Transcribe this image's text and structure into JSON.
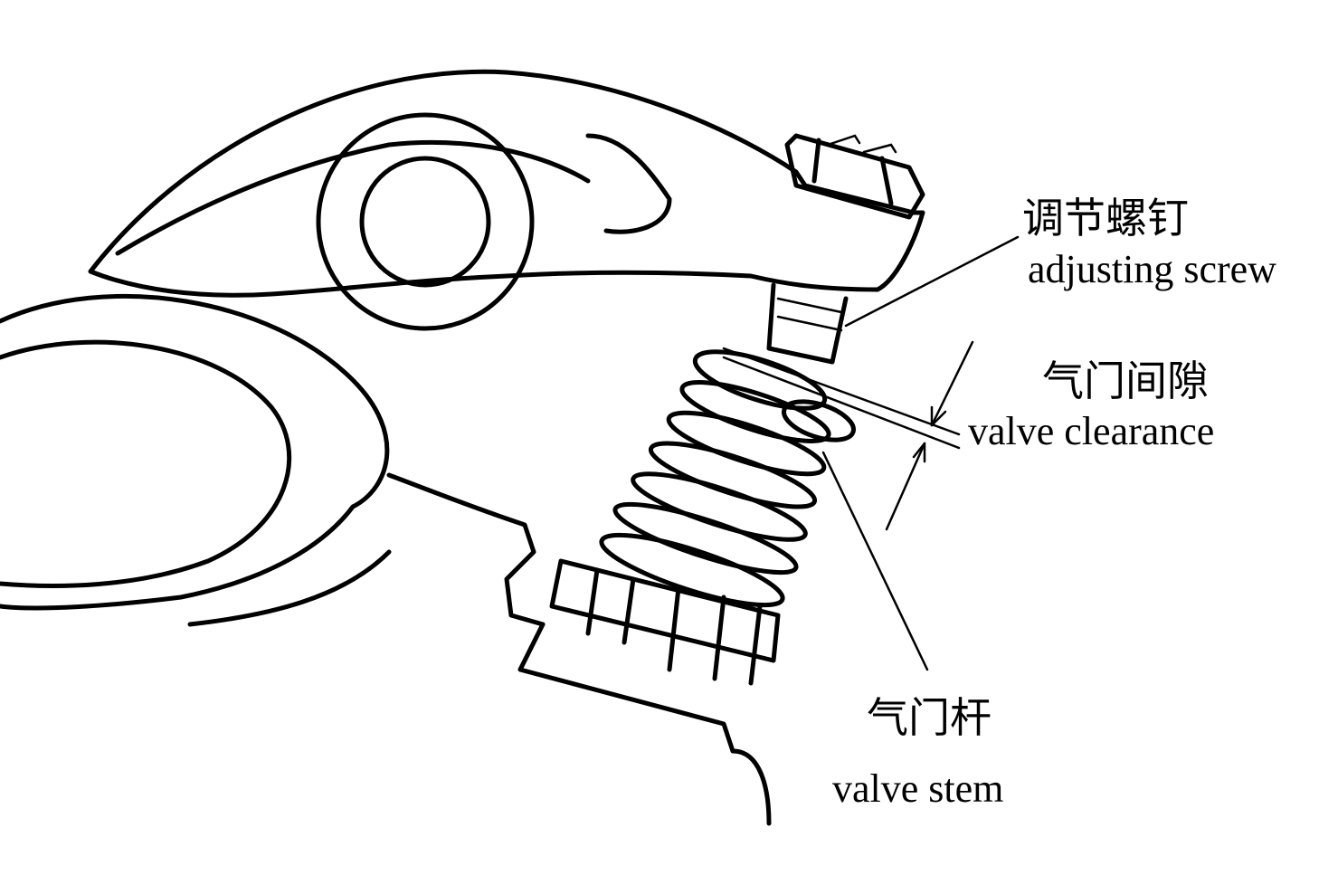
{
  "labels": {
    "adjusting_screw_zh": "调节螺钉",
    "adjusting_screw_en": "adjusting screw",
    "valve_clearance_zh": "气门间隙",
    "valve_clearance_en": "valve clearance",
    "valve_stem_zh": "气门杆",
    "valve_stem_en": "valve stem"
  }
}
